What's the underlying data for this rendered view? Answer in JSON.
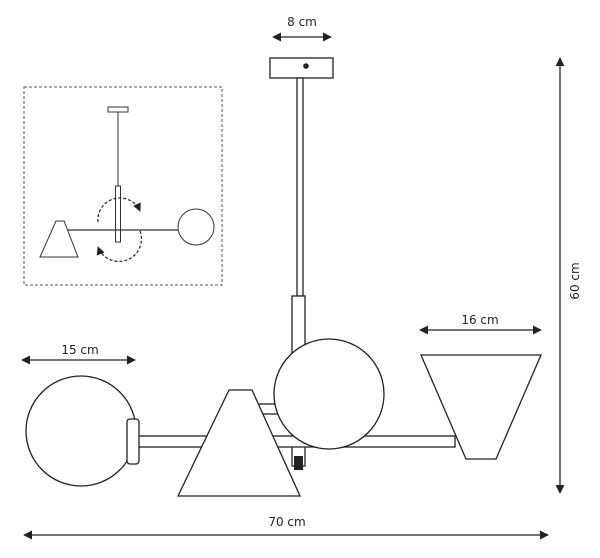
{
  "dimensions": {
    "canopy_width": "8 cm",
    "total_height": "60 cm",
    "total_width": "70 cm",
    "globe_diameter": "15 cm",
    "cone_diameter": "16 cm"
  },
  "colors": {
    "line": "#222222",
    "fill": "#ffffff",
    "inset_border": "#555555"
  },
  "icons": {
    "rotation_arrows": "rotate-arrows-icon"
  }
}
